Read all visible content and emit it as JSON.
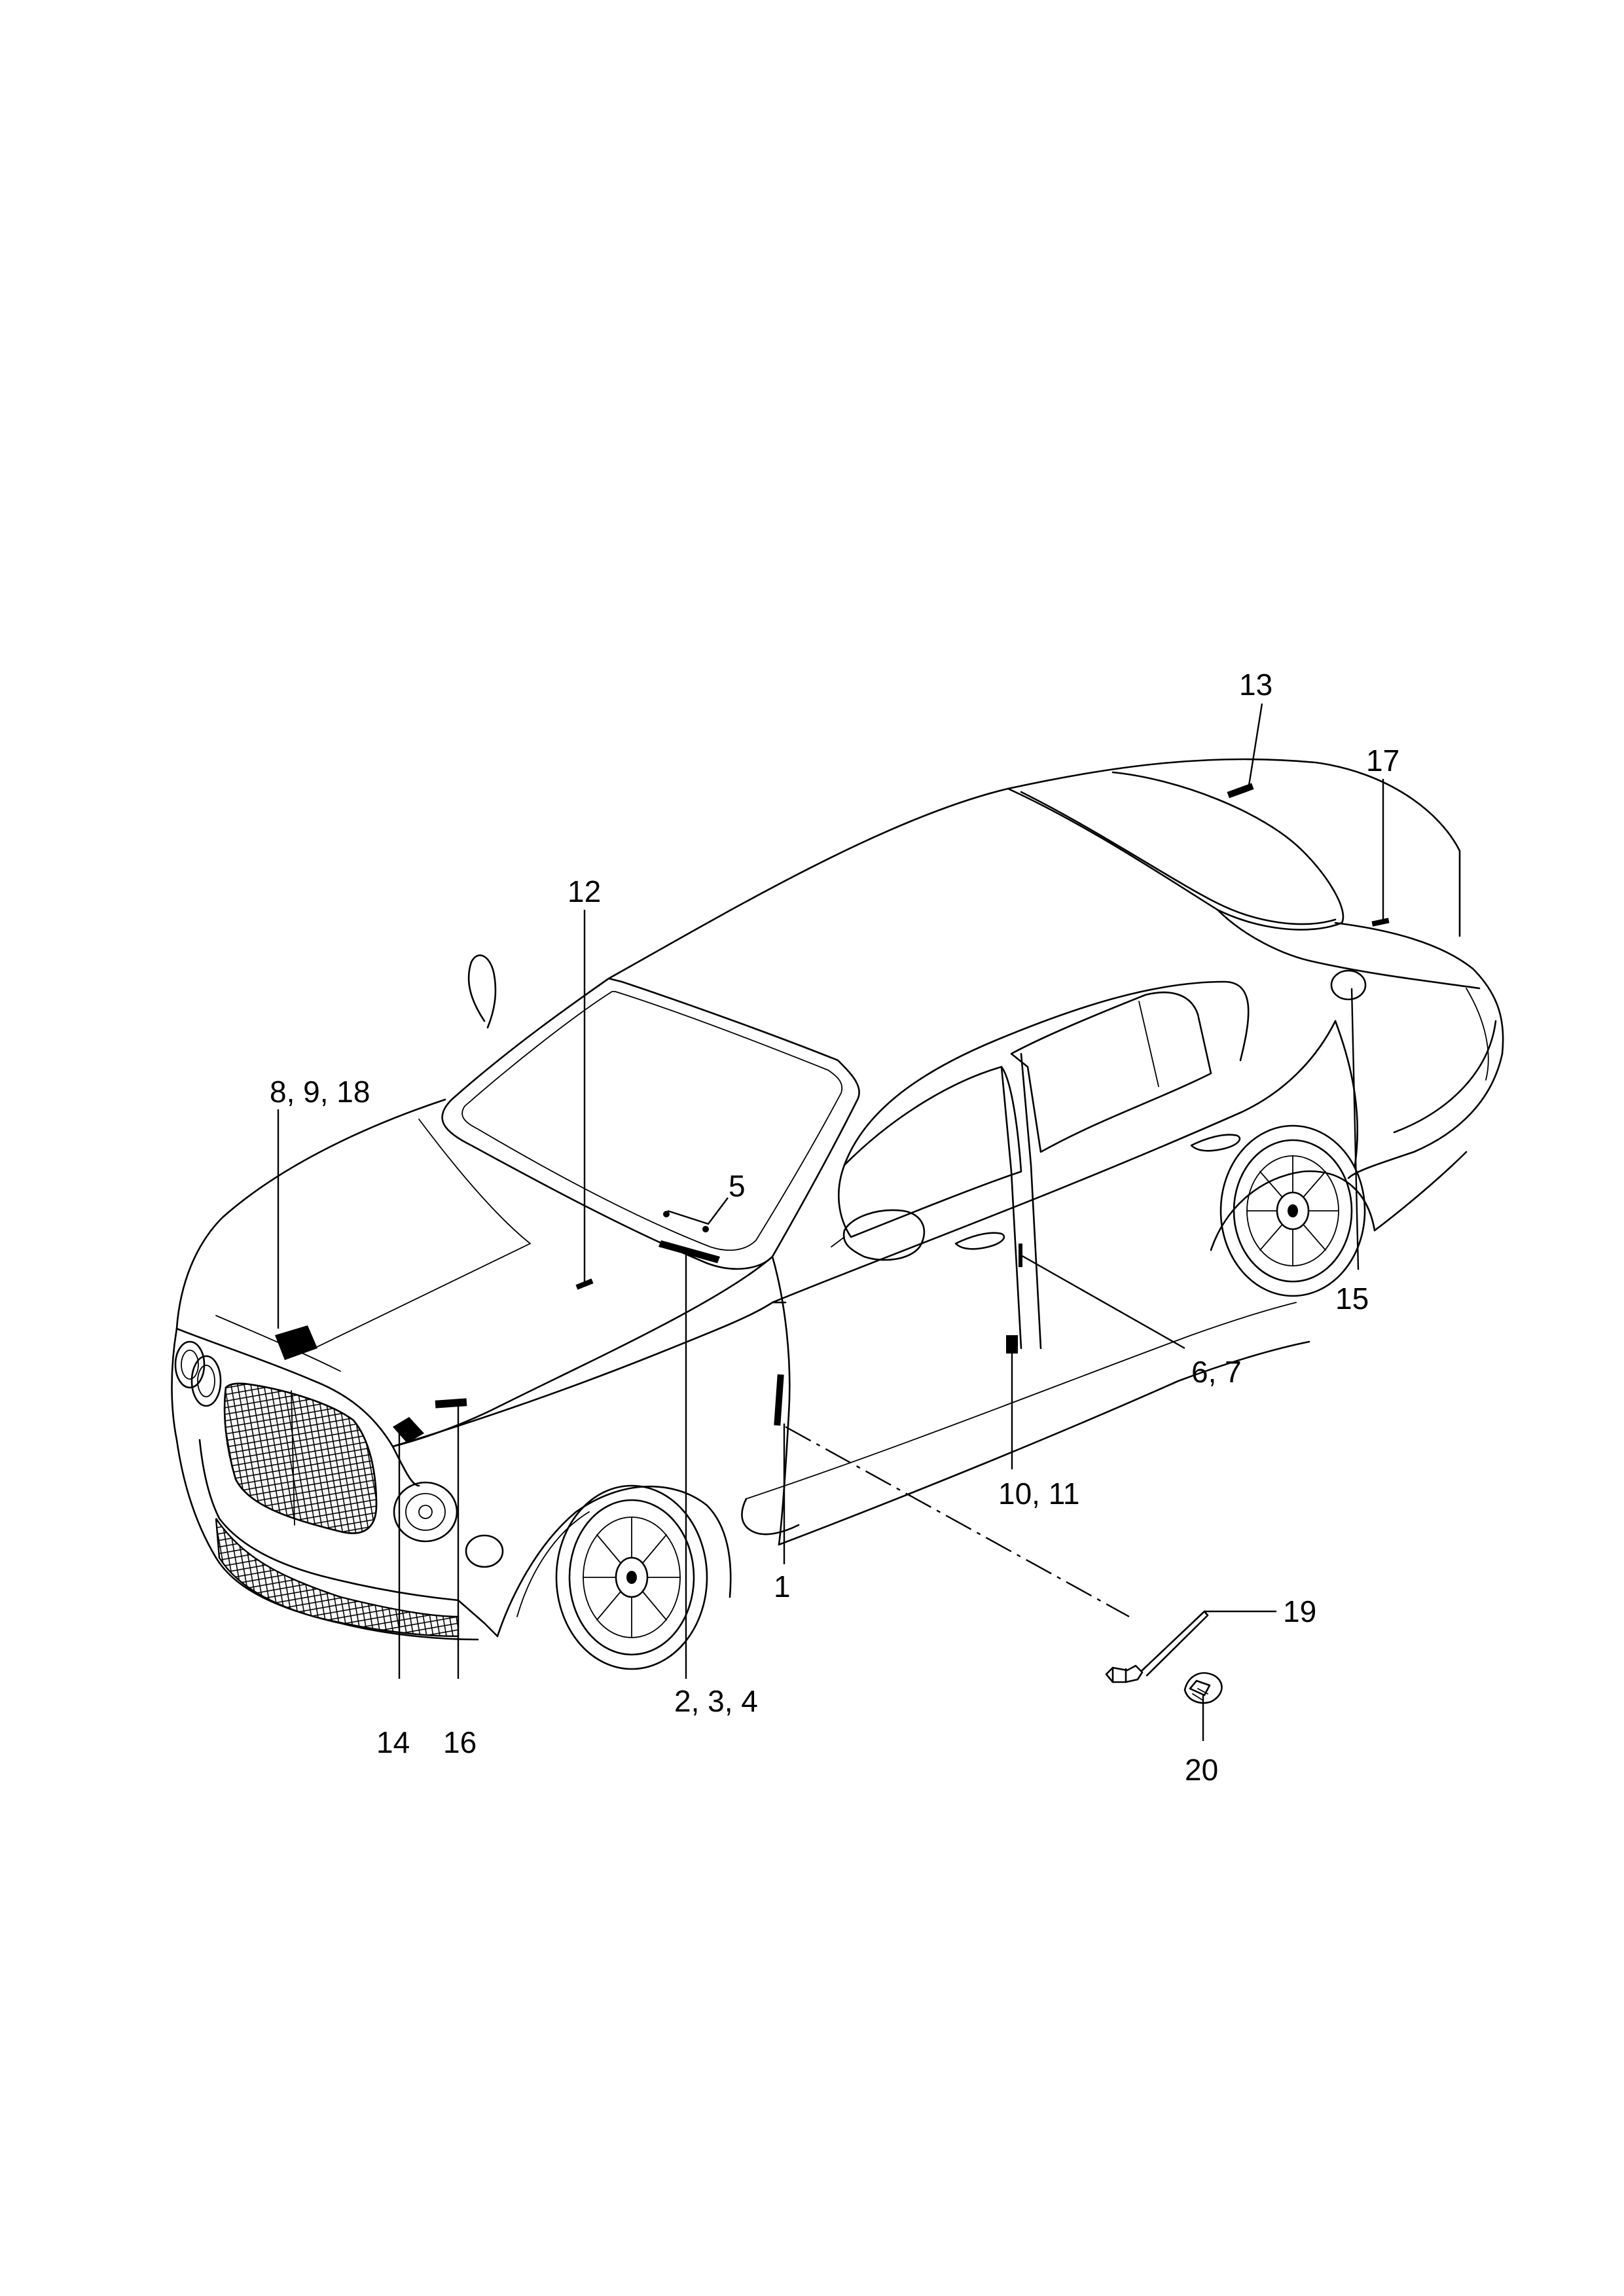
{
  "callouts": {
    "c1": "1",
    "c2_3_4": "2, 3, 4",
    "c5": "5",
    "c6_7": "6, 7",
    "c8_9_18": "8, 9, 18",
    "c10_11": "10, 11",
    "c12": "12",
    "c13": "13",
    "c14": "14",
    "c15": "15",
    "c16": "16",
    "c17": "17",
    "c19": "19",
    "c20": "20"
  }
}
